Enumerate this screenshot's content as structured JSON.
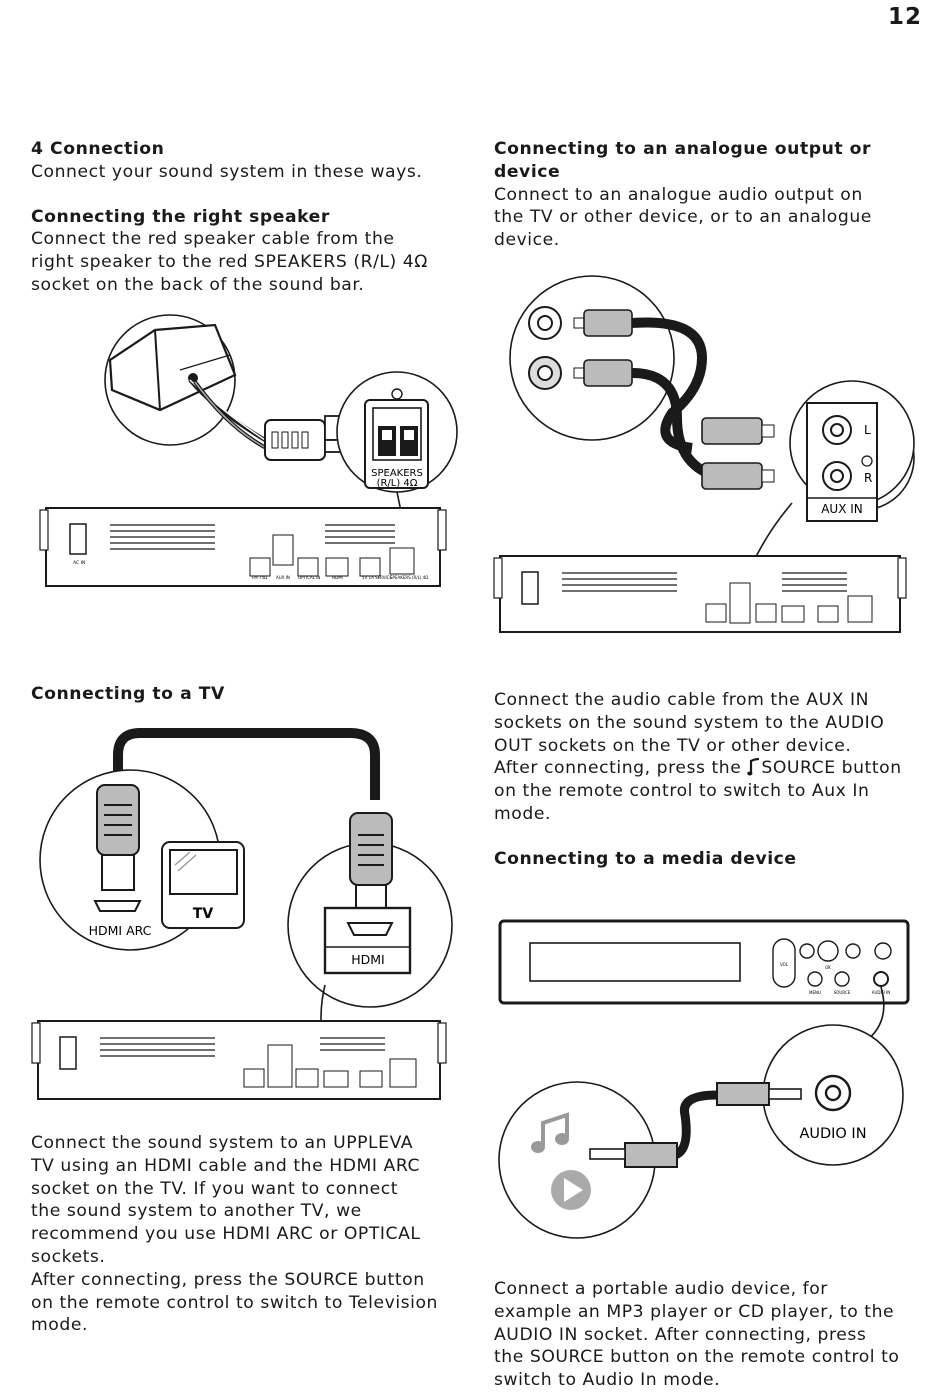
{
  "page_number": "12",
  "section_connection": {
    "heading": "4 Connection",
    "intro": "Connect your sound system in these ways."
  },
  "right_speaker": {
    "heading": "Connecting the right speaker",
    "text": "Connect the red speaker cable from the\nright speaker to the red SPEAKERS (R/L) 4Ω\nsocket on the back of the sound bar."
  },
  "analogue": {
    "heading_line1": "Connecting to an analogue output or",
    "heading_line2": "device",
    "text": "Connect to an analogue audio output on\nthe TV or other device, or to an analogue\ndevice."
  },
  "tv": {
    "heading": "Connecting to a TV",
    "text": "Connect the sound system to an UPPLEVA\nTV using an HDMI cable and the HDMI ARC\nsocket on the TV. If you want to connect\nthe sound system to another TV, we\nrecommend you use HDMI ARC or OPTICAL\nsockets.\nAfter connecting, press the SOURCE button\non the remote control to switch to Television\nmode."
  },
  "aux": {
    "text_before_icon": "Connect the audio cable from the AUX IN\nsockets on the sound system to the AUDIO\nOUT sockets on the TV or other device.\nAfter connecting, press the ",
    "text_after_icon": "SOURCE button\non the remote control to switch to Aux In\nmode.",
    "source_icon": "music-note-icon"
  },
  "media": {
    "heading": "Connecting to a media device",
    "text": "Connect a portable audio device, for\nexample an MP3 player or CD player, to the\nAUDIO IN socket. After connecting, press\nthe SOURCE button on the remote control to\nswitch to Audio In mode."
  },
  "diagram_labels": {
    "speakers_line1": "SPEAKERS",
    "speakers_line2": "(R/L) 4Ω",
    "aux_in": "AUX IN",
    "left": "L",
    "right": "R",
    "tv": "TV",
    "hdmi_arc": "HDMI ARC",
    "hdmi": "HDMI",
    "audio_in": "AUDIO IN",
    "ac_in": "AC IN",
    "fm": "FM 75Ω",
    "aux_small": "AUX IN",
    "optical": "OPTICAL IN",
    "hdmi_small": "HDMI",
    "service": "5V 1A SERVICE",
    "speakers_small": "SPEAKERS (R/L) 4Ω",
    "menu": "MENU",
    "source": "SOURCE",
    "audio_in_small": "AUDIO IN",
    "vol": "VOL",
    "ok": "OK"
  }
}
